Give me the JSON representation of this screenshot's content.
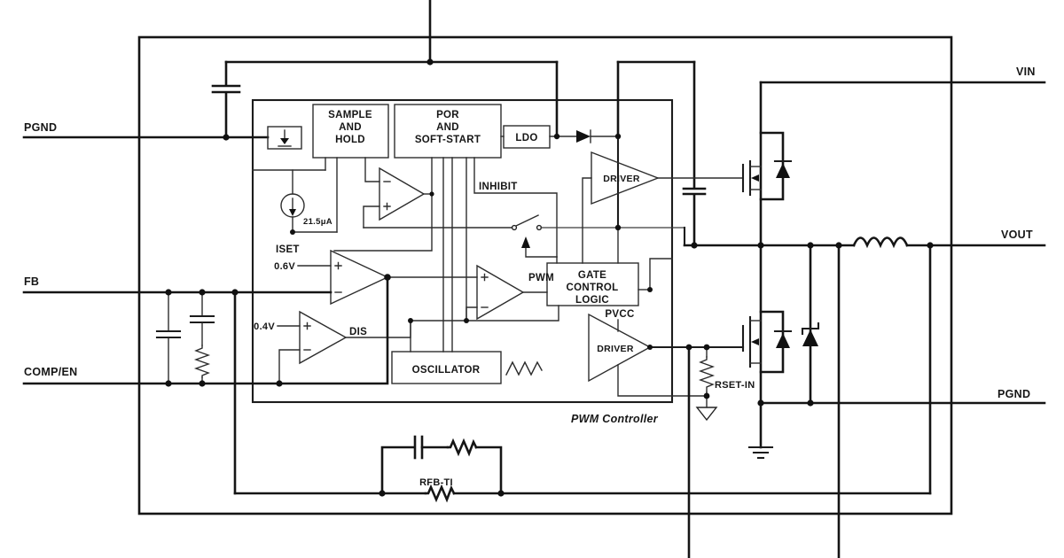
{
  "diagram": {
    "kind": "power-converter-block-diagram",
    "caption": "PWM Controller",
    "colors": {
      "line": "#1c1c1c",
      "background": "#ffffff"
    }
  },
  "pins": {
    "left": [
      {
        "name": "PGND"
      },
      {
        "name": "FB"
      },
      {
        "name": "COMP/EN"
      }
    ],
    "right": [
      {
        "name": "VIN"
      },
      {
        "name": "VOUT"
      },
      {
        "name": "PGND"
      }
    ]
  },
  "blocks": {
    "sample_hold": {
      "lines": [
        "SAMPLE",
        "AND",
        "HOLD"
      ]
    },
    "por": {
      "lines": [
        "POR",
        "AND",
        "SOFT-START"
      ]
    },
    "ldo": {
      "label": "LDO"
    },
    "gate_control": {
      "lines": [
        "GATE",
        "CONTROL",
        "LOGIC"
      ]
    },
    "oscillator": {
      "label": "OSCILLATOR"
    },
    "driver_high": {
      "label": "DRIVER"
    },
    "driver_low": {
      "label": "DRIVER"
    }
  },
  "signals": {
    "inhibit": "INHIBIT",
    "iset": "ISET",
    "current_source": "21.5μA",
    "vref_error": "0.6V",
    "vref_disable": "0.4V",
    "dis": "DIS",
    "pwm": "PWM",
    "pvcc": "PVCC",
    "rset_in": "RSET-IN",
    "rfb_ti": "RFB-TI"
  }
}
